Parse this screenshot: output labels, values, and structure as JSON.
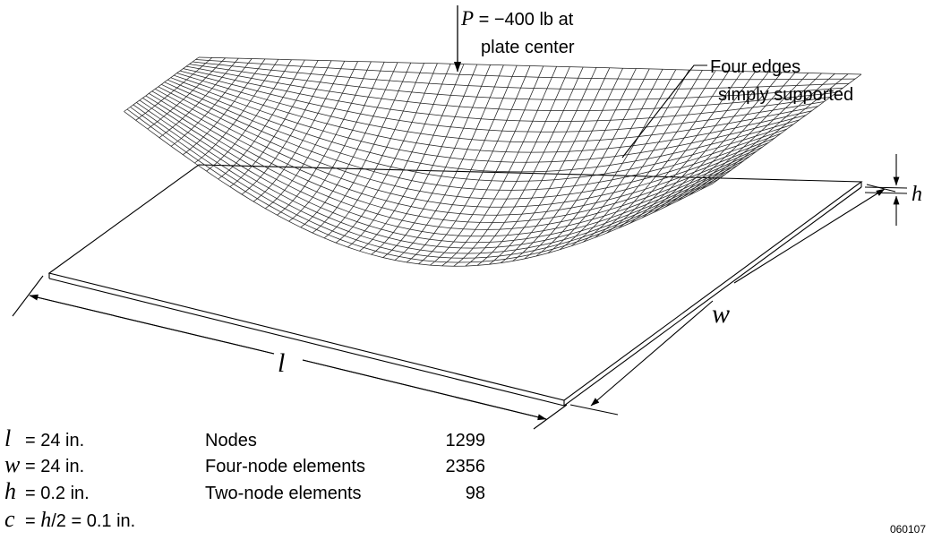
{
  "load": {
    "symbol": "P",
    "equals": " = −400 lb at",
    "line2": "plate center"
  },
  "support_note": {
    "line1": "Four edges",
    "line2": "simply supported"
  },
  "dimensions": {
    "l_symbol": "l",
    "w_symbol": "w",
    "h_symbol": "h"
  },
  "parameters": [
    {
      "symbol": "l",
      "text": "= 24 in."
    },
    {
      "symbol": "w",
      "text": "= 24 in."
    },
    {
      "symbol": "h",
      "text": "= 0.2 in."
    },
    {
      "symbol": "c",
      "text_prefix": "= ",
      "text_symbol": "h",
      "text_suffix": "/2 = 0.1 in."
    }
  ],
  "mesh_stats": [
    {
      "label": "Nodes",
      "value": "1299"
    },
    {
      "label": "Four-node elements",
      "value": "2356"
    },
    {
      "label": "Two-node elements",
      "value": "98"
    }
  ],
  "figure_id": "060107"
}
